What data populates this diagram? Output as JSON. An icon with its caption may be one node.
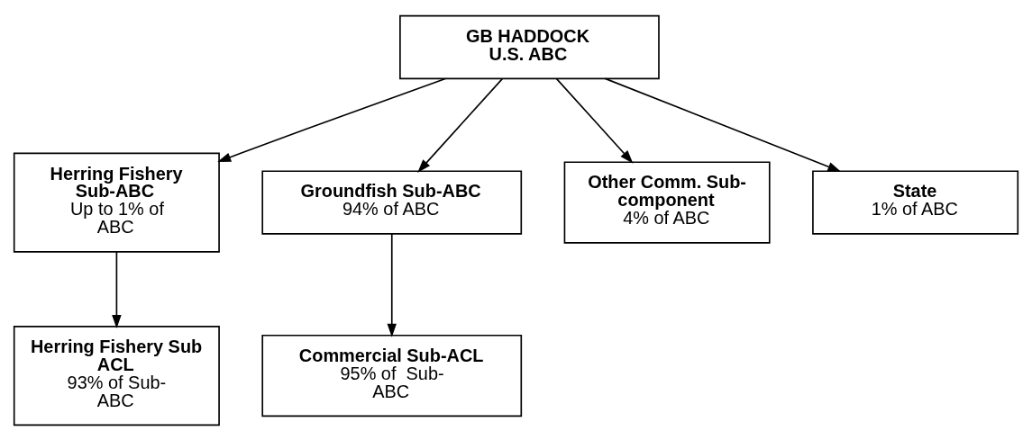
{
  "diagram": {
    "nodes": [
      {
        "text": [
          "GB HADDOCK U.S. ABC"
        ]
      },
      {
        "text": [
          "Herring Fishery Sub-ABC",
          "Up to 1% of ABC"
        ]
      },
      {
        "text": [
          "Groundfish Sub-ABC",
          "94% of ABC"
        ]
      },
      {
        "text": [
          "Other Comm. Sub-component",
          "4% of ABC"
        ]
      },
      {
        "text": [
          "State",
          "1% of ABC"
        ]
      },
      {
        "text": [
          "Herring Fishery Sub ACL",
          "93% of Sub-ABC"
        ]
      },
      {
        "text": [
          "Commercial Sub-ACL",
          "95% of  Sub-ABC"
        ]
      }
    ],
    "edges": [
      {
        "from": 0,
        "to": 1,
        "arrow": "to"
      },
      {
        "from": 0,
        "to": 2,
        "arrow": "to"
      },
      {
        "from": 0,
        "to": 3,
        "arrow": "to"
      },
      {
        "from": 0,
        "to": 4,
        "arrow": "to"
      },
      {
        "from": 1,
        "to": 5,
        "arrow": "to"
      },
      {
        "from": 2,
        "to": 6,
        "arrow": "to"
      }
    ]
  }
}
